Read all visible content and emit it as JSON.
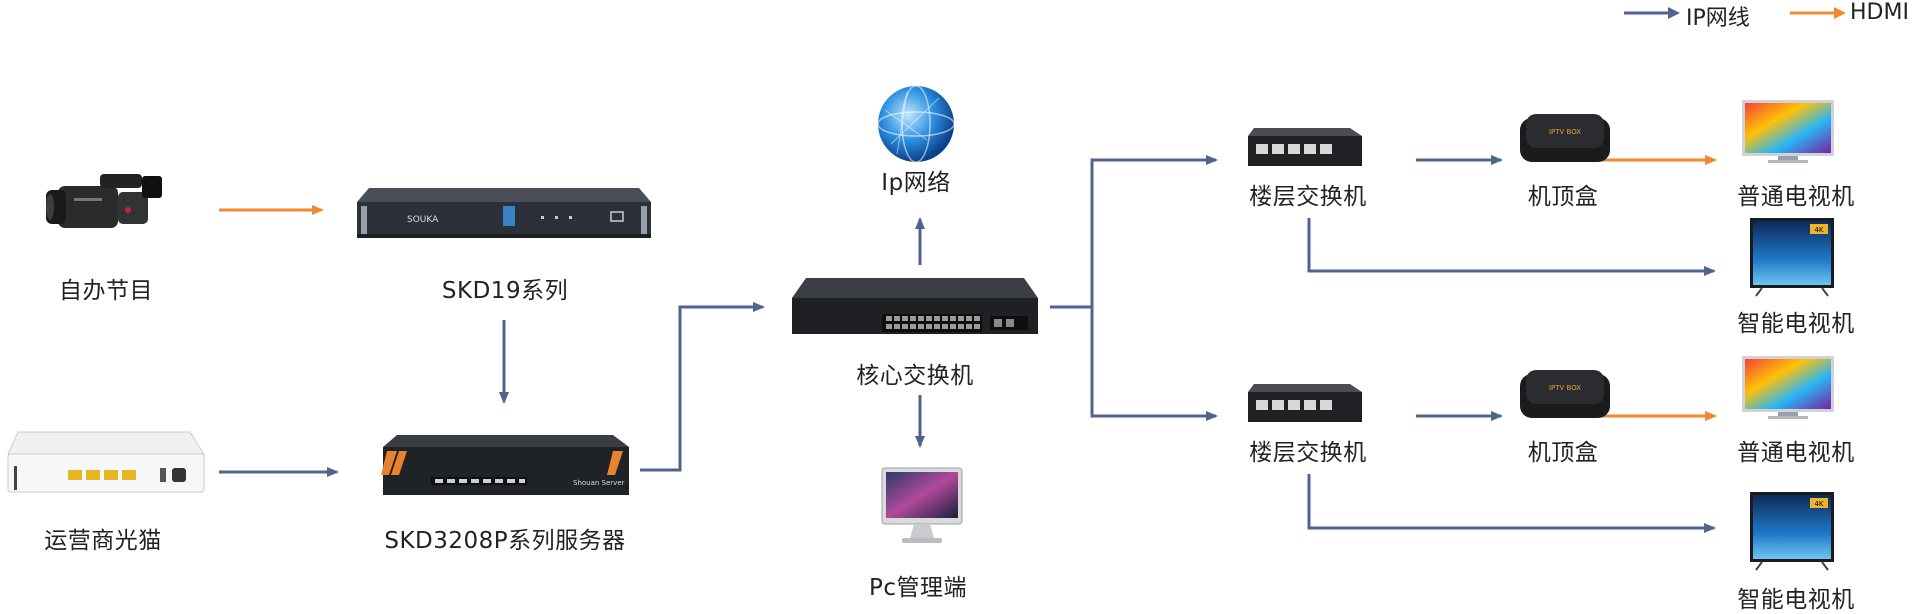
{
  "legend": {
    "ip_label": "IP网线",
    "hdmi_label": "HDMI"
  },
  "colors": {
    "ip": "#50638f",
    "hdmi": "#ef8a32"
  },
  "nodes": {
    "self_program": "自办节目",
    "skd19": "SKD19系列",
    "optical_modem": "运营商光猫",
    "skd3208p": "SKD3208P系列服务器",
    "internet": "Ip网络",
    "core_switch": "核心交换机",
    "pc_admin": "Pc管理端",
    "floor_switch_1": "楼层交换机",
    "floor_switch_2": "楼层交换机",
    "stb_1": "机顶盒",
    "stb_2": "机顶盒",
    "tv_normal_1": "普通电视机",
    "tv_normal_2": "普通电视机",
    "tv_smart_1": "智能电视机",
    "tv_smart_2": "智能电视机"
  },
  "device_text": {
    "encoder_brand": "SOUKA",
    "server_brand": "Shouan Server",
    "stb_brand": "IPTV BOX",
    "tv_4k": "4K"
  }
}
